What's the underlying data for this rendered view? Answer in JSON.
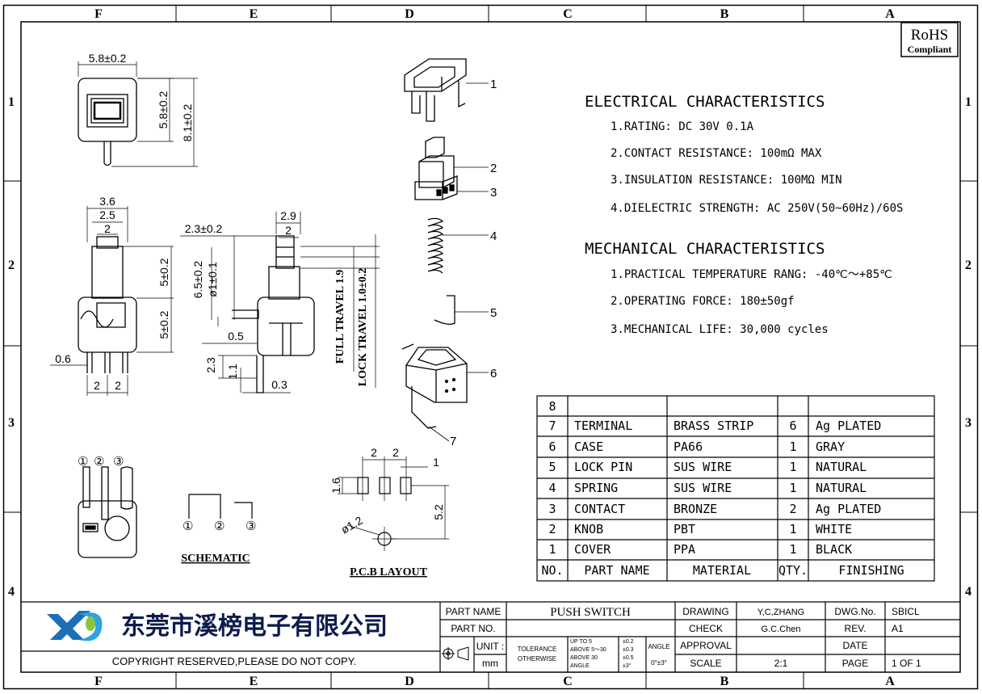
{
  "frame": {
    "col_letters": [
      "F",
      "E",
      "D",
      "C",
      "B",
      "A"
    ],
    "row_numbers": [
      "1",
      "2",
      "3",
      "4"
    ]
  },
  "rohs": {
    "line1": "RoHS",
    "line2": "Compliant"
  },
  "dimensions": {
    "top_width": "5.8±0.2",
    "top_h1": "5.8±0.2",
    "top_h2": "8.1±0.2",
    "front_w1": "3.6",
    "front_w2": "2.5",
    "front_w3": "2",
    "front_h1": "5±0.2",
    "front_h2": "5±0.2",
    "front_pin": "0.6",
    "front_pitch1": "2",
    "front_pitch2": "2",
    "side_23": "2.3±0.2",
    "side_29": "2.9",
    "side_2": "2",
    "side_65": "6.5±0.2",
    "side_d1": "ø1±0.1",
    "side_05": "0.5",
    "side_23b": "2.3",
    "side_11": "1.1",
    "side_03": "0.3",
    "full_travel": "FULL TRAVEL 1.9",
    "lock_travel": "LOCK TRAVEL 1.0±0.2",
    "pcb_2a": "2",
    "pcb_2b": "2",
    "pcb_1": "1",
    "pcb_16": "1.6",
    "pcb_52": "5.2",
    "pcb_d12": "ø1.2"
  },
  "part_labels": [
    "1",
    "2",
    "3",
    "4",
    "5",
    "6",
    "7"
  ],
  "pins": [
    "①",
    "②",
    "③"
  ],
  "schematic_pins": [
    "①",
    "②",
    "③"
  ],
  "captions": {
    "schematic": "SCHEMATIC",
    "pcb": "P.C.B LAYOUT"
  },
  "electrical": {
    "title": "ELECTRICAL  CHARACTERISTICS",
    "items": [
      "1.RATING: DC 30V 0.1A",
      "2.CONTACT RESISTANCE: 100mΩ  MAX",
      "3.INSULATION RESISTANCE: 100MΩ  MIN",
      "4.DIELECTRIC STRENGTH: AC 250V(50~60Hz)/60S"
    ]
  },
  "mechanical": {
    "title": "MECHANICAL  CHARACTERISTICS",
    "items": [
      "1.PRACTICAL TEMPERATURE RANG: -40℃～+85℃",
      "2.OPERATING FORCE: 180±50gf",
      "3.MECHANICAL LIFE: 30,000 cycles"
    ]
  },
  "bom": {
    "headers": [
      "NO.",
      "PART NAME",
      "MATERIAL",
      "QTY.",
      "FINISHING"
    ],
    "rows": [
      [
        "8",
        "",
        "",
        "",
        ""
      ],
      [
        "7",
        "TERMINAL",
        "BRASS STRIP",
        "6",
        "Ag PLATED"
      ],
      [
        "6",
        "CASE",
        "PA66",
        "1",
        "GRAY"
      ],
      [
        "5",
        "LOCK PIN",
        "SUS WIRE",
        "1",
        "NATURAL"
      ],
      [
        "4",
        "SPRING",
        "SUS WIRE",
        "1",
        "NATURAL"
      ],
      [
        "3",
        "CONTACT",
        "BRONZE",
        "2",
        "Ag PLATED"
      ],
      [
        "2",
        "KNOB",
        "PBT",
        "1",
        "WHITE"
      ],
      [
        "1",
        "COVER",
        "PPA",
        "1",
        "BLACK"
      ]
    ]
  },
  "title_block": {
    "company": "东莞市溪榜电子有限公司",
    "copyright": "COPYRIGHT RESERVED,PLEASE DO NOT COPY.",
    "part_name_label": "PART NAME",
    "part_name_value": "PUSH SWITCH",
    "part_no_label": "PART NO.",
    "part_no_value": "",
    "unit_label": "UNIT :",
    "unit_value": "mm",
    "tolerance_label1": "TOLERANCE",
    "tolerance_label2": "OTHERWISE",
    "tol_rows": [
      [
        "UP TO 5",
        "±0.2"
      ],
      [
        "ABOVE 5～30",
        "±0.3"
      ],
      [
        "ABOVE 30",
        "±0.5"
      ],
      [
        "ANGLE",
        "±3°"
      ]
    ],
    "angle_label": "ANGLE",
    "angle_value": "0°±3°",
    "drawing_label": "DRAWING",
    "drawing_value": "Y,C,ZHANG",
    "check_label": "CHECK",
    "check_value": "G.C.Chen",
    "approval_label": "APPROVAL",
    "approval_value": "",
    "scale_label": "SCALE",
    "scale_value": "2:1",
    "dwg_label": "DWG.No.",
    "dwg_value": "SBICL",
    "rev_label": "REV.",
    "rev_value": "A1",
    "date_label": "DATE",
    "date_value": "",
    "page_label": "PAGE",
    "page_value": "1 OF 1"
  }
}
